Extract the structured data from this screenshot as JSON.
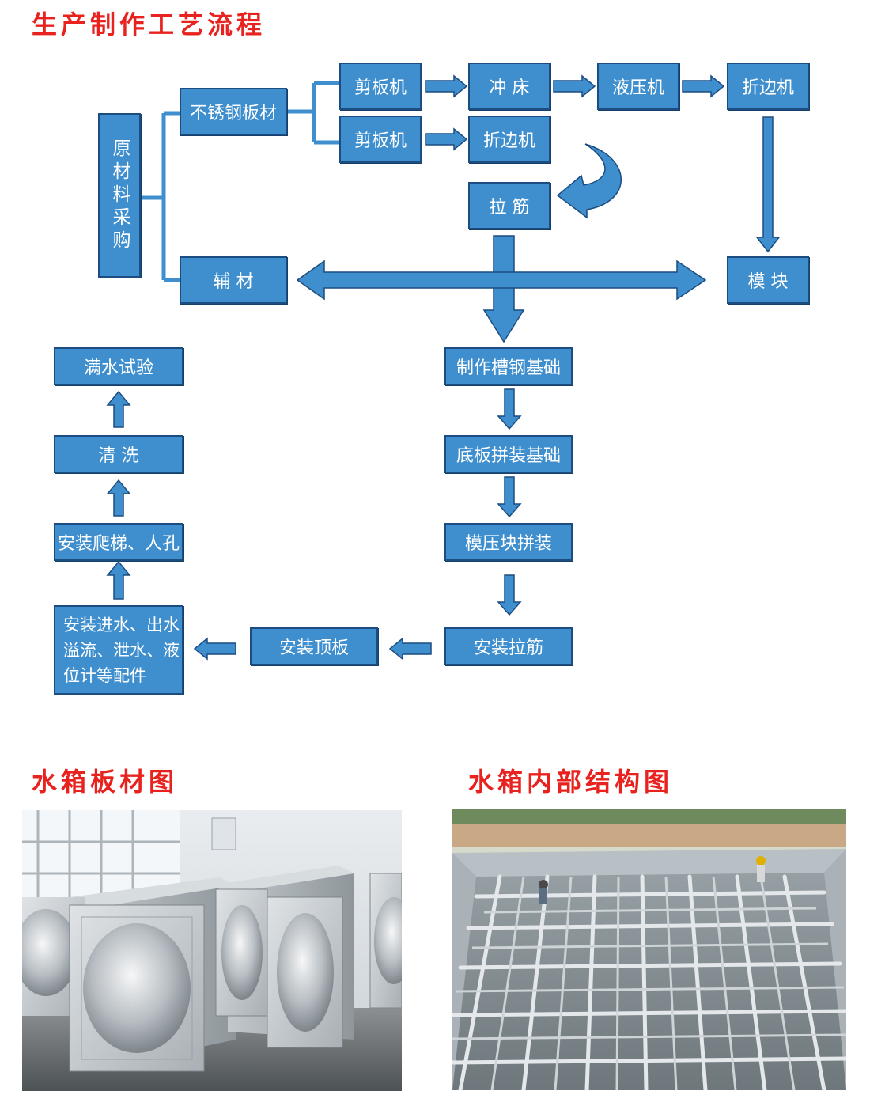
{
  "titles": {
    "process": "生产制作工艺流程",
    "panel_photo": "水箱板材图",
    "structure_photo": "水箱内部结构图"
  },
  "flow": {
    "raw_material": "原材料采购",
    "stainless_sheet": "不锈钢板材",
    "shear_1": "剪板机",
    "punch": "冲 床",
    "hydraulic": "液压机",
    "fold_1": "折边机",
    "shear_2": "剪板机",
    "fold_2": "折边机",
    "tie_rod": "拉 筋",
    "auxiliary": "辅 材",
    "module": "模 块",
    "channel_base": "制作槽钢基础",
    "bottom_base": "底板拼装基础",
    "panel_assembly": "模压块拼装",
    "install_tie": "安装拉筋",
    "install_top": "安装顶板",
    "install_fittings": "安装进水、出水溢流、泄水、液位计等配件",
    "install_ladder": "安装爬梯、人孔",
    "cleaning": "清 洗",
    "water_test": "满水试验"
  },
  "colors": {
    "title_red": "#e8231f",
    "box_fill": "#3f8fcf",
    "box_border": "#1c4d80",
    "arrow": "#3f8fcf"
  }
}
